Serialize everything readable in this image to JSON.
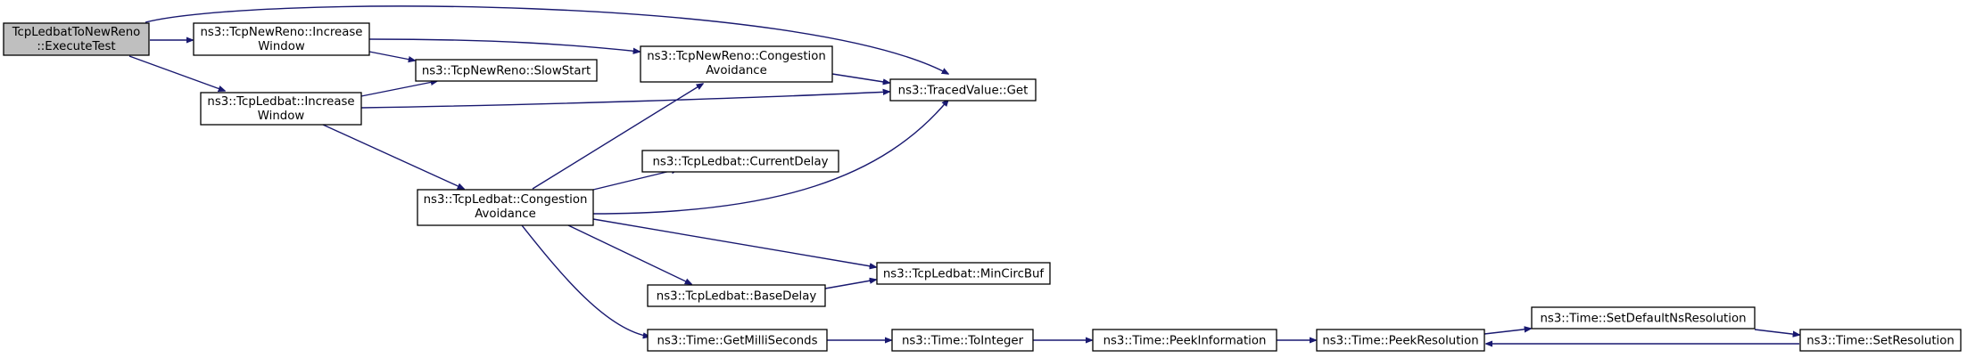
{
  "colors": {
    "edge": "#191970",
    "node_border": "#000000",
    "root_fill": "#bfbfbf",
    "node_fill": "#ffffff"
  },
  "nodes": {
    "root": [
      "TcpLedbatToNewReno",
      "::ExecuteTest"
    ],
    "newreno_increase": [
      "ns3::TcpNewReno::Increase",
      "Window"
    ],
    "ledbat_increase": [
      "ns3::TcpLedbat::Increase",
      "Window"
    ],
    "newreno_slowstart": [
      "ns3::TcpNewReno::SlowStart"
    ],
    "newreno_congestion": [
      "ns3::TcpNewReno::Congestion",
      "Avoidance"
    ],
    "traced_get": [
      "ns3::TracedValue::Get"
    ],
    "ledbat_congestion": [
      "ns3::TcpLedbat::Congestion",
      "Avoidance"
    ],
    "ledbat_currentdelay": [
      "ns3::TcpLedbat::CurrentDelay"
    ],
    "ledbat_mincircbuf": [
      "ns3::TcpLedbat::MinCircBuf"
    ],
    "ledbat_basedelay": [
      "ns3::TcpLedbat::BaseDelay"
    ],
    "time_getms": [
      "ns3::Time::GetMilliSeconds"
    ],
    "time_tointeger": [
      "ns3::Time::ToInteger"
    ],
    "time_peekinfo": [
      "ns3::Time::PeekInformation"
    ],
    "time_peekres": [
      "ns3::Time::PeekResolution"
    ],
    "time_setdefault": [
      "ns3::Time::SetDefaultNsResolution"
    ],
    "time_setres": [
      "ns3::Time::SetResolution"
    ]
  }
}
